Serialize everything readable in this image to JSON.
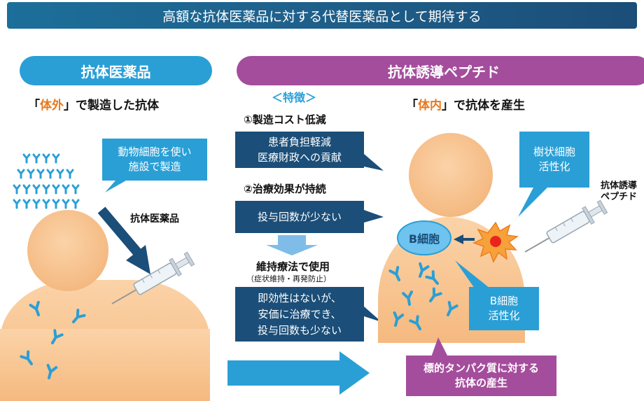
{
  "header": {
    "title": "高額な抗体医薬品に対する代替医薬品として期待する"
  },
  "left": {
    "pill": "抗体医薬品",
    "subtitle_open": "「",
    "subtitle_highlight": "体外",
    "subtitle_rest": "」で製造した抗体",
    "callout_lines": [
      "動物細胞を使い",
      "施設で製造"
    ],
    "injection_label": "抗体医薬品"
  },
  "middle": {
    "features_heading": "＜特徴＞",
    "feature1_title": "①製造コスト低減",
    "feature1_lines": [
      "患者負担軽減",
      "医療財政への貢献"
    ],
    "feature2_title": "②治療効果が持続",
    "feature2_text": "投与回数が少ない",
    "maintenance_title": "維持療法で使用",
    "maintenance_note": "（症状維持・再発防止）",
    "summary_lines": [
      "即効性はないが、",
      "安価に治療でき、",
      "投与回数も少ない"
    ]
  },
  "right": {
    "pill": "抗体誘導ペプチド",
    "subtitle_open": "「",
    "subtitle_highlight": "体内",
    "subtitle_rest": "」で抗体を産生",
    "dendritic_lines": [
      "樹状細胞",
      "活性化"
    ],
    "bcell_label": "B細胞",
    "bcell_activation_lines": [
      "B細胞",
      "活性化"
    ],
    "production_lines": [
      "標的タンパク質に対する",
      "抗体の産生"
    ],
    "peptide_label_lines": [
      "抗体誘導",
      "ペプチド"
    ]
  },
  "colors": {
    "navy": "#1b4e78",
    "blue": "#2a9fd6",
    "purple": "#a44d9c",
    "orange": "#e8781d",
    "skin": "#f8c696"
  }
}
